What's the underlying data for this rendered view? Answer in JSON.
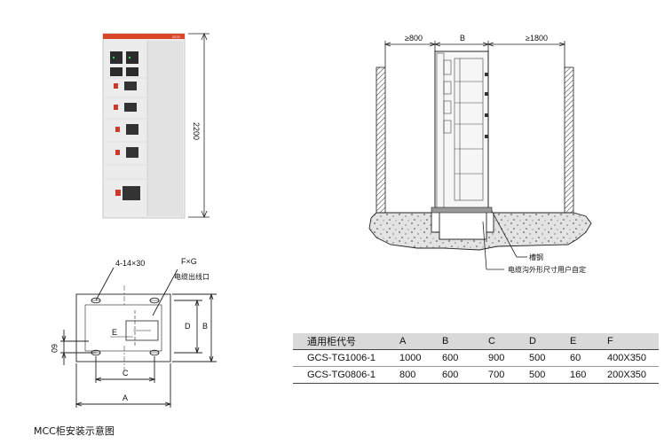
{
  "cabinet_front": {
    "height_label": "2200",
    "brand_badge": "GCS"
  },
  "cross_section": {
    "left_clearance": "≥800",
    "width_label": "B",
    "right_clearance": "≥1800",
    "channel_steel_label": "槽钢",
    "cable_trench_label": "电缆沟外形尺寸用户自定"
  },
  "plan_view": {
    "hole_label": "4-14×30",
    "opening_size_label": "F×G",
    "cable_outlet_label": "电缆出线口",
    "dim_a": "A",
    "dim_b": "B",
    "dim_c": "C",
    "dim_d": "D",
    "dim_e": "E",
    "dim_60": "60"
  },
  "spec_table": {
    "headers": [
      "通用柜代号",
      "A",
      "B",
      "C",
      "D",
      "E",
      "F"
    ],
    "rows": [
      [
        "GCS-TG1006-1",
        "1000",
        "600",
        "900",
        "500",
        "60",
        "400X350"
      ],
      [
        "GCS-TG0806-1",
        "800",
        "600",
        "700",
        "500",
        "160",
        "200X350"
      ]
    ]
  },
  "caption": "MCC柜安装示意图",
  "colors": {
    "cabinet_top_stripe": "#d9472b",
    "cabinet_body": "#ebebeb",
    "concrete": "#e0e0e0",
    "table_header": "#d9d9d9"
  }
}
